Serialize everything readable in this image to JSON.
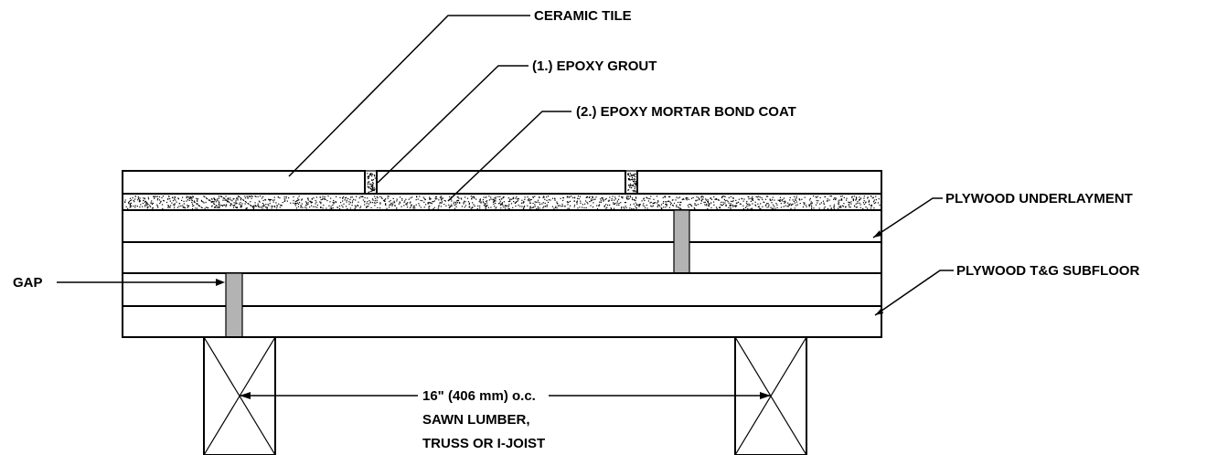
{
  "labels": {
    "ceramic_tile": "CERAMIC TILE",
    "epoxy_grout": "(1.) EPOXY GROUT",
    "epoxy_mortar": "(2.) EPOXY MORTAR BOND COAT",
    "plywood_underlayment": "PLYWOOD UNDERLAYMENT",
    "plywood_subfloor": "PLYWOOD T&G SUBFLOOR",
    "gap": "GAP",
    "spacing_line1": "16\" (406 mm) o.c.",
    "spacing_line2": "SAWN LUMBER,",
    "spacing_line3": "TRUSS OR I-JOIST"
  },
  "colors": {
    "line": "#000000",
    "gap_fill": "#b3b3b3",
    "background": "#ffffff"
  }
}
